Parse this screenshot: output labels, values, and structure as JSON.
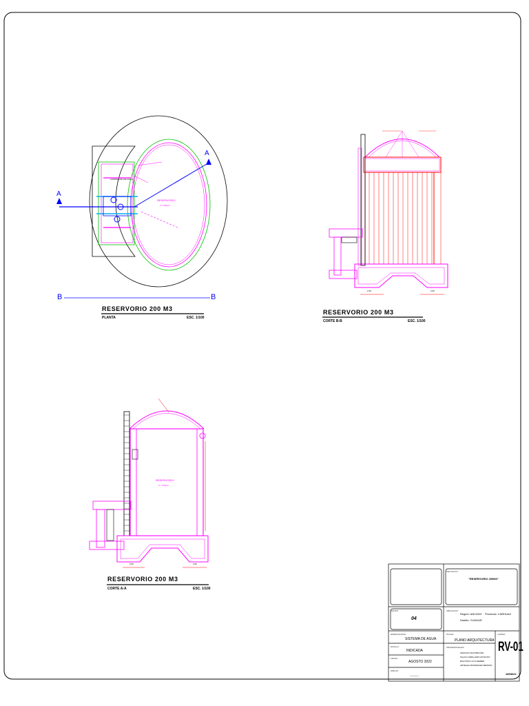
{
  "views": {
    "planta": {
      "title": "RESERVORIO 200 M3",
      "subtitle": "PLANTA",
      "scale": "ESC. 1/100",
      "section_a": "A",
      "section_b": "B",
      "tank_label": "RESERVORIO",
      "tank_sublabel": "V = 200m3",
      "chamber_label": "CAMARA DE VALVULAS"
    },
    "corte_bb": {
      "title": "RESERVORIO 200 M3",
      "subtitle": "CORTE B-B",
      "scale": "ESC. 1/100",
      "dim_left": "2.50",
      "dim_right": "2.50"
    },
    "corte_aa": {
      "title": "RESERVORIO 200 M3",
      "subtitle": "CORTE A-A",
      "scale": "ESC. 1/100",
      "tank_label": "RESERVORIO",
      "tank_sublabel": "V = 200m3",
      "dim_left": "2.50",
      "dim_right": "2.50"
    }
  },
  "title_block": {
    "proyecto_label": "PROYECTO:",
    "proyecto": "\"RESERVORIO 200M3\"",
    "grupo_label": "GRUPO:",
    "grupo": "04",
    "ubicacion_label": "UBICACION:",
    "region": "Región: ANCASH",
    "provincia": "Provincia: CARHUAZ",
    "distrito": "Distrito: YUNGAR",
    "especialidad_label": "ESPECIALIDAD:",
    "especialidad": "SISTEMA DE AGUA",
    "plano_label": "PLANO:",
    "plano": "PLANO ARQUITECTURA",
    "lamina_label": "LAMINA:",
    "lamina": "RV-01",
    "escala_label": "ESCALA:",
    "escala": "INDICADA",
    "profesionales_label": "PROFESIONALES:",
    "profesionales": [
      "GIRALDO DIAZ BRAYEN",
      "SALAS CABALLERO ANTHONY",
      "BAUTISTA LUYO DEIBER",
      "ARTEAGA RODRIGUEZ BENSON"
    ],
    "fecha_label": "FECHA:",
    "fecha": "AGOSTO 2022",
    "fecha_lamina": "18/08/22",
    "dibujo_label": "DIBUJO:",
    "dibujo": "______"
  },
  "colors": {
    "frame": "#000000",
    "magenta": "#ff00ff",
    "red": "#ff0000",
    "blue": "#0000ff",
    "green": "#00c000",
    "cyan": "#00aaff"
  }
}
